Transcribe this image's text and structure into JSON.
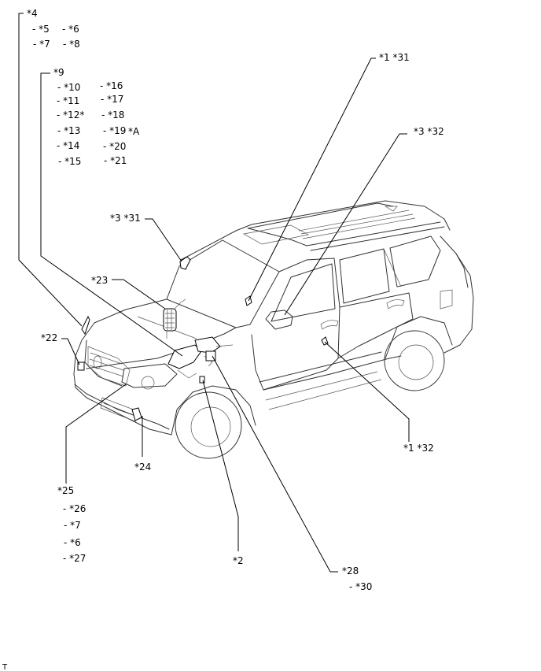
{
  "callouts": {
    "c4": "*4",
    "c5": "- *5",
    "c6a": "- *6",
    "c7a": "- *7",
    "c8": "- *8",
    "c9": "*9",
    "c10": "- *10",
    "c11": "- *11",
    "c12": "- *12*",
    "c13": "- *13",
    "c14": "- *14",
    "c15": "- *15",
    "c16": "- *16",
    "c17": "- *17",
    "c18": "- *18",
    "c19": "- *19",
    "cA": "*A",
    "c20": "- *20",
    "c21": "- *21",
    "c1_31": "*1 *31",
    "c3_32": "*3 *32",
    "c3_31": "*3 *31",
    "c23": "*23",
    "c22": "*22",
    "c1_32": "*1  *32",
    "c24": "*24",
    "c25": "*25",
    "c26": "- *26",
    "c7b": "- *7",
    "c6b": "- *6",
    "c27": "- *27",
    "c2": "*2",
    "c28": "*28",
    "c30": "- *30"
  },
  "footer": {
    "code": "T"
  }
}
